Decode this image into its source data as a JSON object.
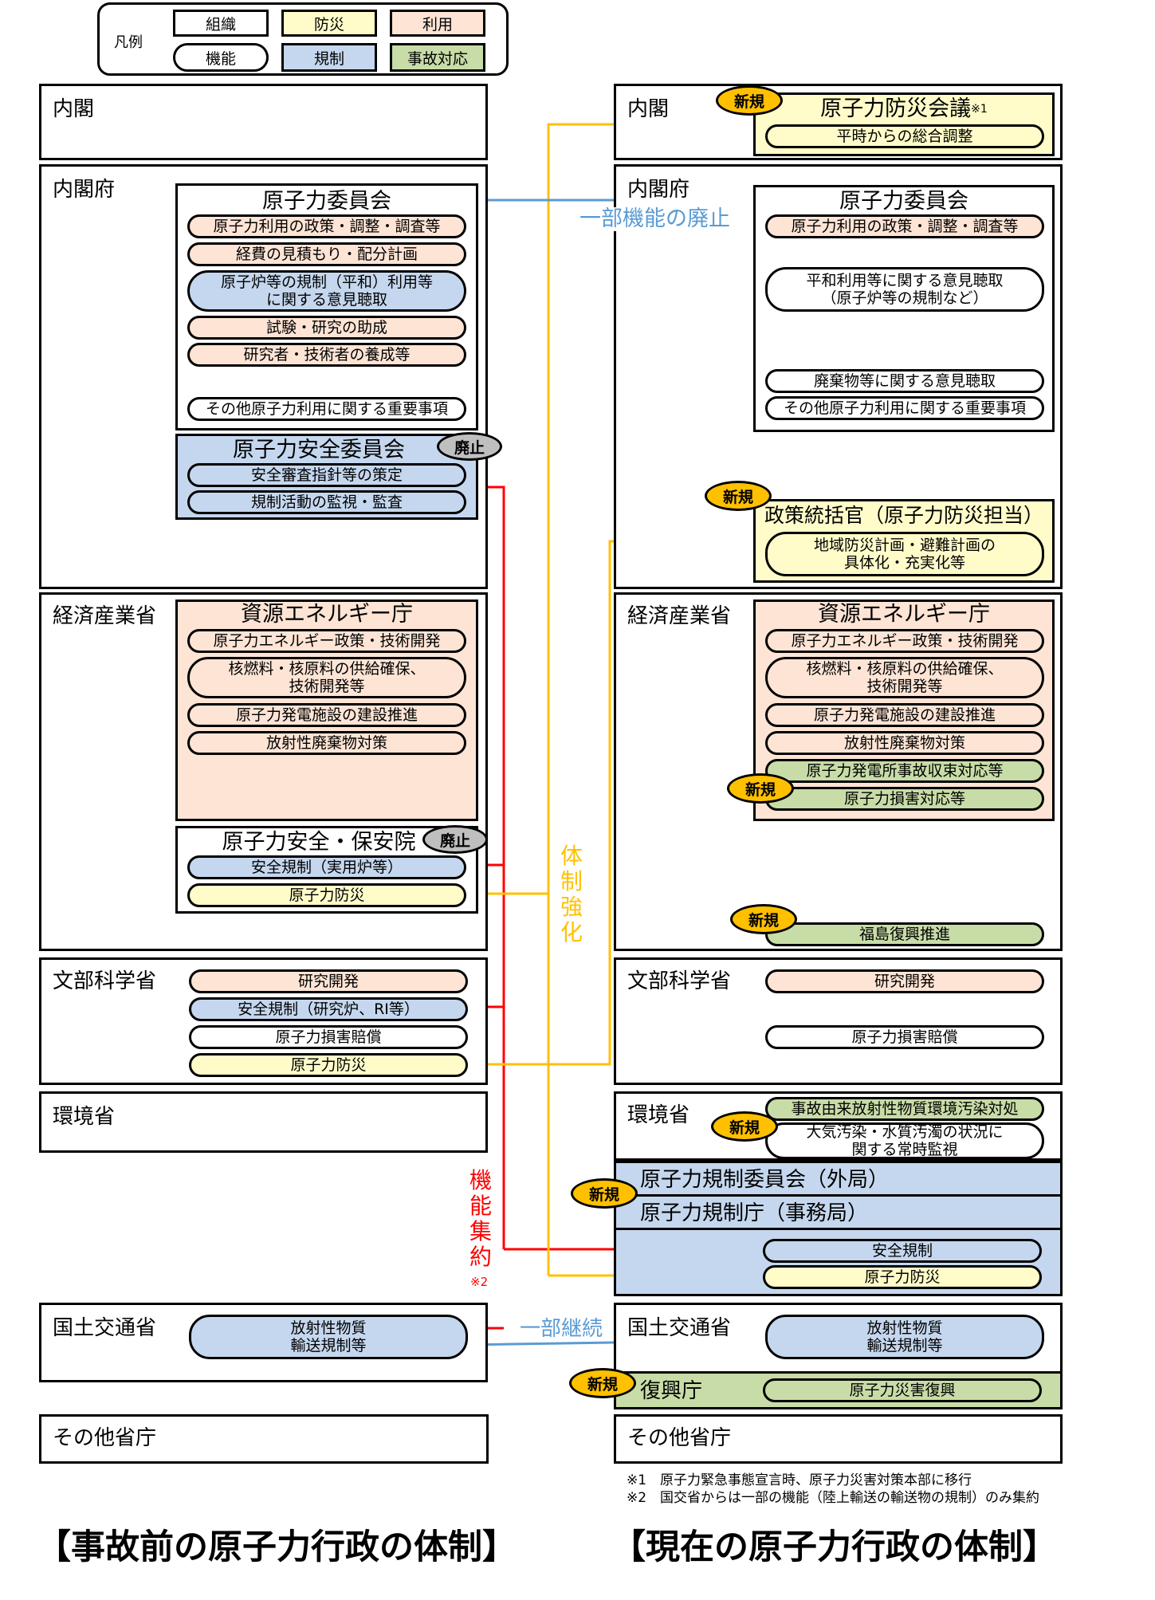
{
  "legend": {
    "title": "凡例",
    "organization": "組織",
    "function": "機能",
    "disaster_prevention": "防災",
    "utilization": "利用",
    "regulation": "規制",
    "accident_response": "事故対応"
  },
  "tags": {
    "new": "新規",
    "abolished": "廃止"
  },
  "before": {
    "heading": "【事故前の原子力行政の体制】",
    "cabinet": "内閣",
    "cabinet_office": "内閣府",
    "aec": {
      "title": "原子力委員会",
      "items": [
        "原子力利用の政策・調整・調査等",
        "経費の見積もり・配分計画",
        "原子炉等の規制（平和）利用等\nに関する意見聴取",
        "試験・研究の助成",
        "研究者・技術者の養成等",
        "その他原子力利用に関する重要事項"
      ]
    },
    "nsc": {
      "title": "原子力安全委員会",
      "items": [
        "安全審査指針等の策定",
        "規制活動の監視・監査"
      ]
    },
    "meti": "経済産業省",
    "anre": {
      "title": "資源エネルギー庁",
      "items": [
        "原子力エネルギー政策・技術開発",
        "核燃料・核原料の供給確保、\n技術開発等",
        "原子力発電施設の建設推進",
        "放射性廃棄物対策"
      ]
    },
    "nisa": {
      "title": "原子力安全・保安院",
      "items": [
        "安全規制（実用炉等）",
        "原子力防災"
      ]
    },
    "mext": "文部科学省",
    "mext_items": [
      "研究開発",
      "安全規制（研究炉、RI等）",
      "原子力損害賠償",
      "原子力防災"
    ],
    "moe": "環境省",
    "mlit": "国土交通省",
    "mlit_item": "放射性物質\n輸送規制等",
    "others": "その他省庁"
  },
  "after": {
    "heading": "【現在の原子力行政の体制】",
    "cabinet": "内閣",
    "nedc": {
      "title": "原子力防災会議",
      "note_mark": "※1",
      "item": "平時からの総合調整"
    },
    "cabinet_office": "内閣府",
    "aec": {
      "title": "原子力委員会",
      "items": [
        "原子力利用の政策・調整・調査等",
        "平和利用等に関する意見聴取\n（原子炉等の規制など）",
        "廃棄物等に関する意見聴取",
        "その他原子力利用に関する重要事項"
      ]
    },
    "dg": {
      "title": "政策統括官（原子力防災担当）",
      "item": "地域防災計画・避難計画の\n具体化・充実化等"
    },
    "meti": "経済産業省",
    "anre": {
      "title": "資源エネルギー庁",
      "items": [
        "原子力エネルギー政策・技術開発",
        "核燃料・核原料の供給確保、\n技術開発等",
        "原子力発電施設の建設推進",
        "放射性廃棄物対策",
        "原子力発電所事故収束対応等",
        "原子力損害対応等"
      ]
    },
    "meti_fukushima": "福島復興推進",
    "mext": "文部科学省",
    "mext_items": [
      "研究開発",
      "原子力損害賠償"
    ],
    "moe": "環境省",
    "moe_items": [
      "事故由来放射性物質環境汚染対処",
      "大気汚染・水質汚濁の状況に\n関する常時監視"
    ],
    "nra": "原子力規制委員会（外局）",
    "nra_sec": "原子力規制庁（事務局）",
    "nra_items": [
      "安全規制",
      "原子力防災"
    ],
    "mlit": "国土交通省",
    "mlit_item": "放射性物質\n輸送規制等",
    "reconstruction": "復興庁",
    "reconstruction_item": "原子力災害復興",
    "others": "その他省庁",
    "notes": [
      "※1　原子力緊急事態宣言時、原子力災害対策本部に移行",
      "※2　国交省からは一部の機能（陸上輸送の輸送物の規制）のみ集約"
    ]
  },
  "arrows": {
    "partial_abolition": "一部機能の廃止",
    "strengthening": "体\n制\n強\n化",
    "consolidation": "機\n能\n集\n約",
    "consolidation_note": "※2",
    "partial_continuation": "一部継続"
  },
  "colors": {
    "utilization": "#fde4d5",
    "disaster_prevention": "#fffcc9",
    "regulation": "#c5d7ee",
    "accident_response": "#c8dca7",
    "new_tag": "#ffc000",
    "abolished_tag": "#bfbfbf",
    "arrow_red": "#ff0000",
    "arrow_orange": "#ffc000",
    "arrow_blue": "#5b9bd5"
  }
}
